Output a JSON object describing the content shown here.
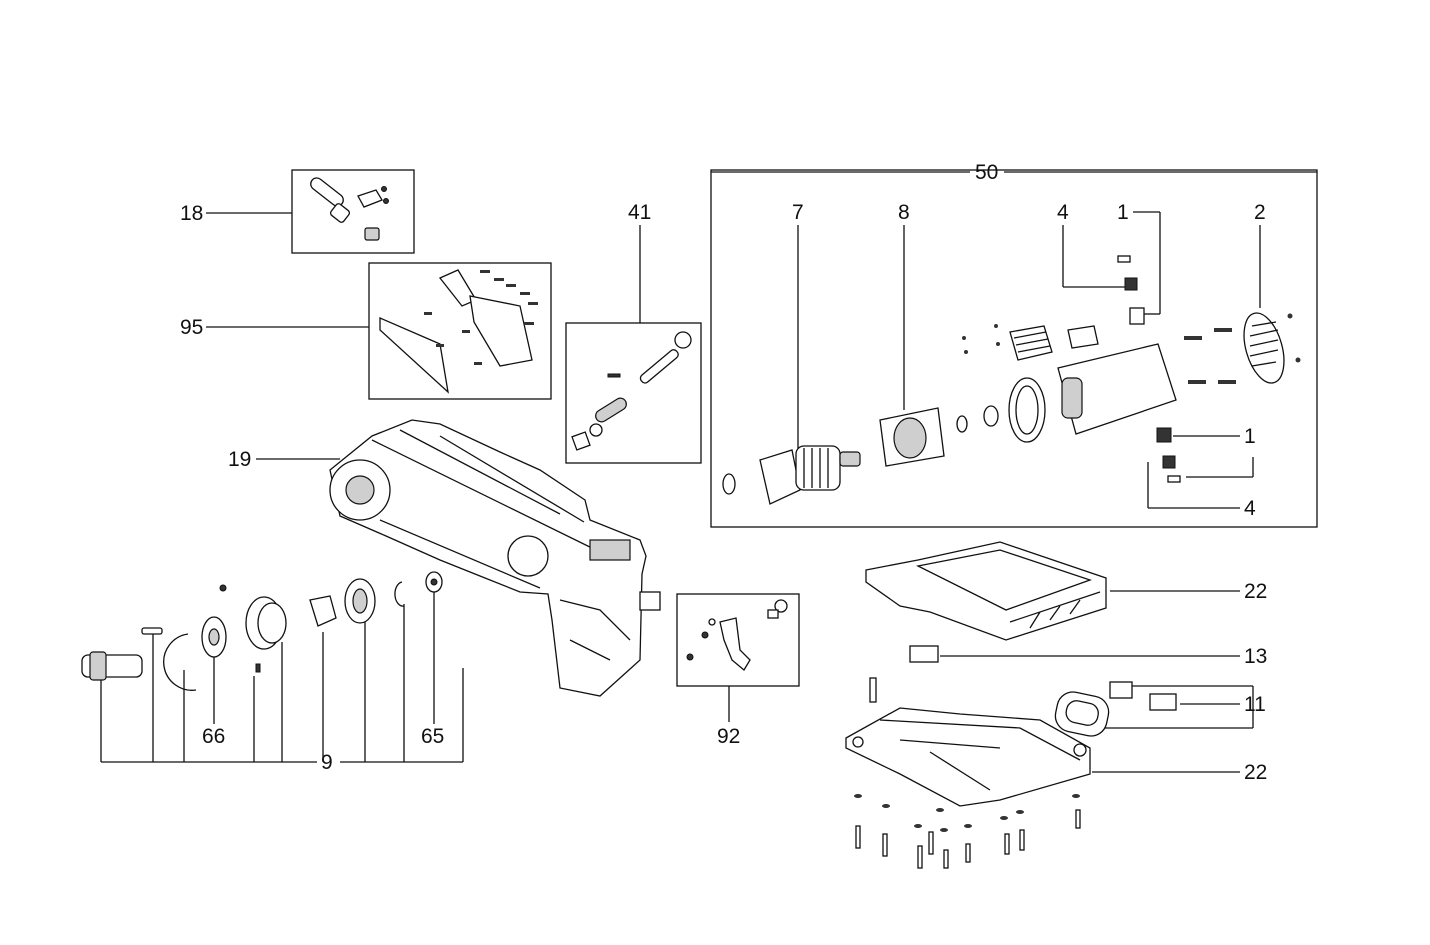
{
  "labels": {
    "l18": "18",
    "l95": "95",
    "l41": "41",
    "l19": "19",
    "l50": "50",
    "l7": "7",
    "l8": "8",
    "l4a": "4",
    "l1a": "1",
    "l2": "2",
    "l1b": "1",
    "l4b": "4",
    "l22a": "22",
    "l13": "13",
    "l11": "11",
    "l22b": "22",
    "l92": "92",
    "l66": "66",
    "l65": "65",
    "l9": "9"
  }
}
